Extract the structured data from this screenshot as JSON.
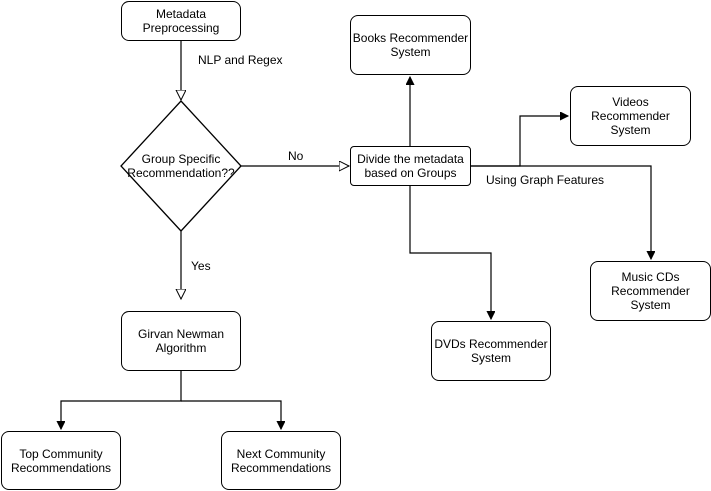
{
  "nodes": {
    "metadata_preprocessing": "Metadata\nPreprocessing",
    "group_specific": "Group Specific\nRecommendation??",
    "girvan_newman": "Girvan Newman\nAlgorithm",
    "top_community": "Top Community\nRecommendations",
    "next_community": "Next Community\nRecommendations",
    "divide_metadata": "Divide the metadata\nbased on Groups",
    "books": "Books Recommender\nSystem",
    "videos": "Videos\nRecommender\nSystem",
    "music_cds": "Music CDs\nRecommender\nSystem",
    "dvds": "DVDs Recommender\nSystem"
  },
  "edge_labels": {
    "nlp_regex": "NLP and Regex",
    "no": "No",
    "yes": "Yes",
    "graph_features": "Using Graph Features"
  }
}
